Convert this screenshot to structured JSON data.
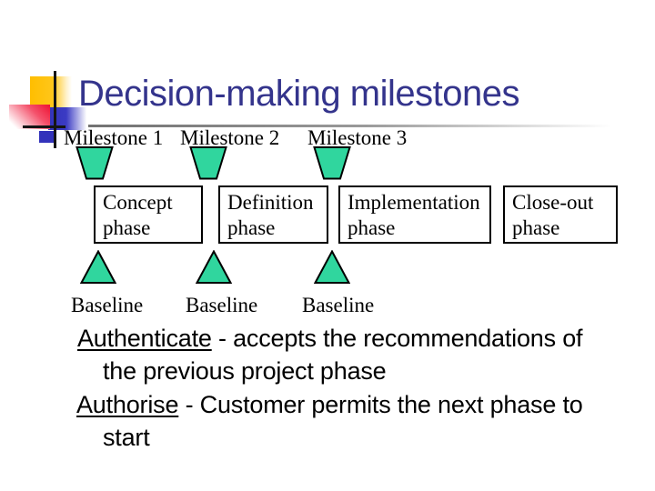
{
  "slide": {
    "title": "Decision-making milestones",
    "title_color": "#34348c",
    "background_color": "#ffffff"
  },
  "timeline": {
    "marker_color": "#30d69e",
    "marker_outline_color": "#000000",
    "milestones": [
      {
        "label": "Milestone 1"
      },
      {
        "label": "Milestone 2"
      },
      {
        "label": "Milestone 3"
      }
    ],
    "phases": [
      {
        "label": "Concept phase"
      },
      {
        "label": "Definition phase"
      },
      {
        "label": "Implementation phase"
      },
      {
        "label": "Close-out phase"
      }
    ],
    "baselines": [
      {
        "label": "Baseline"
      },
      {
        "label": "Baseline"
      },
      {
        "label": "Baseline"
      }
    ]
  },
  "definitions": [
    {
      "term": "Authenticate",
      "line1_rest": " - accepts the recommendations of",
      "line2": "the previous project phase"
    },
    {
      "term": "Authorise",
      "line1_rest": " - Customer permits the next phase to",
      "line2": "start"
    }
  ]
}
